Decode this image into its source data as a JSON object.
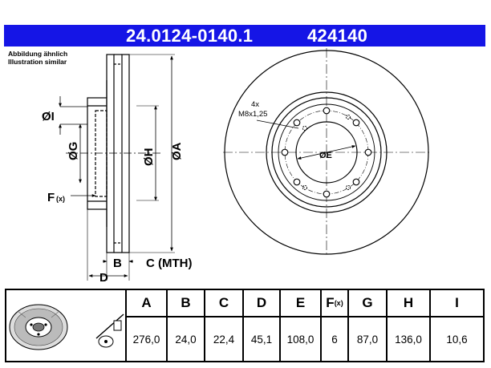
{
  "header": {
    "part_number": "24.0124-0140.1",
    "ref_number": "424140",
    "banner_color": "#1515e6"
  },
  "note": {
    "line1": "Abbildung ähnlich",
    "line2": "Illustration similar"
  },
  "drawing": {
    "label_I": "ØI",
    "label_G": "ØG",
    "label_H": "ØH",
    "label_A": "ØA",
    "label_F": "F",
    "label_F_sub": "(x)",
    "label_B": "B",
    "label_C": "C (MTH)",
    "label_D": "D",
    "label_E": "ØE",
    "thread_qty": "4x",
    "thread_spec": "M8x1,25"
  },
  "table": {
    "headers": [
      "A",
      "B",
      "C",
      "D",
      "E",
      "F",
      "G",
      "H",
      "I"
    ],
    "f_sub": "(x)",
    "values": [
      "276,0",
      "24,0",
      "22,4",
      "45,1",
      "108,0",
      "6",
      "87,0",
      "136,0",
      "10,6"
    ]
  }
}
